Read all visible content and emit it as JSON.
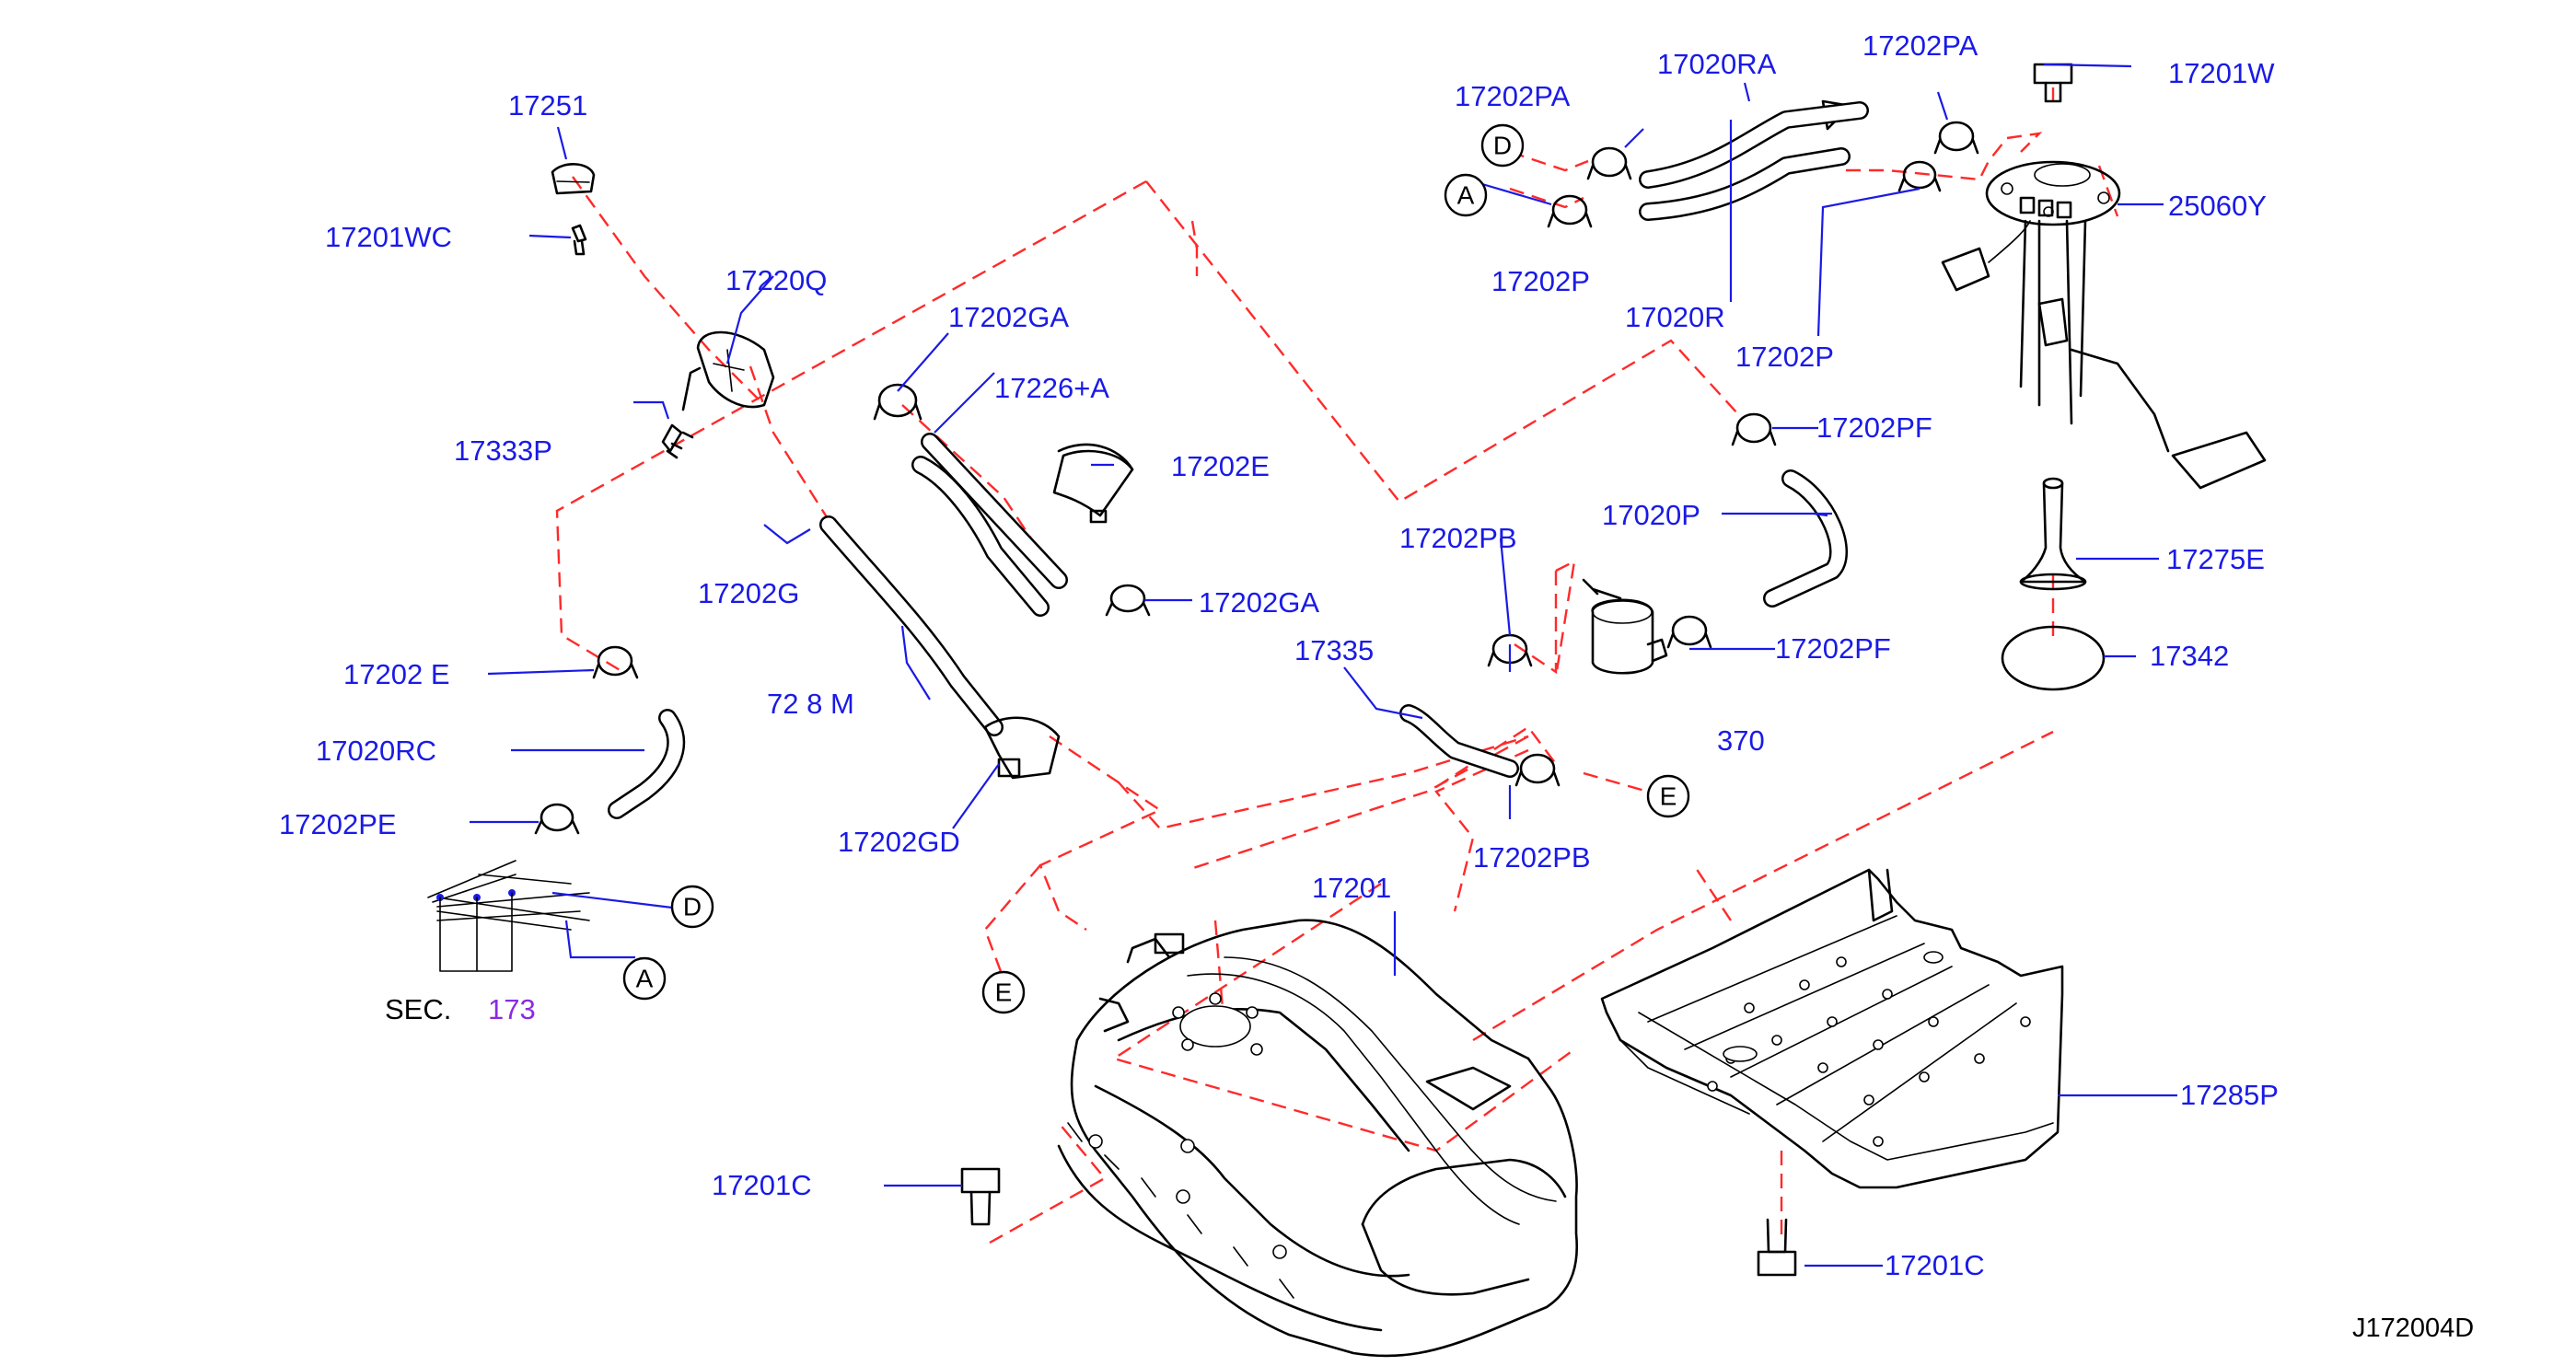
{
  "diagram_code": "J172004D",
  "section_ref": {
    "prefix": "SEC.",
    "number": "173"
  },
  "reference_markers": [
    "A",
    "D",
    "E"
  ],
  "part_labels": {
    "p17251": "17251",
    "p17201WC": "17201WC",
    "p17220Q": "17220Q",
    "p17333P": "17333P",
    "p17202GA_top": "17202GA",
    "p17226A": "17226+A",
    "p17202E": "17202E",
    "p17202G": "17202G",
    "p17202GA_mid": "17202GA",
    "p17202E_left": "17202 E",
    "p17228M": "72 8 M",
    "p17020RC": "17020RC",
    "p17202PE": "17202PE",
    "p17202GD": "17202GD",
    "p17202PA_left": "17202PA",
    "p17020RA": "17020RA",
    "p17202PA_right": "17202PA",
    "p17201W": "17201W",
    "p25060Y": "25060Y",
    "p17202P_left": "17202P",
    "p17020R": "17020R",
    "p17202P_right": "17202P",
    "p17202PF_top": "17202PF",
    "p17020P": "17020P",
    "p17202PB_top": "17202PB",
    "p17202PF_low": "17202PF",
    "p17275E": "17275E",
    "p17342": "17342",
    "p17335": "17335",
    "p17370": "370",
    "p17202PB_low": "17202PB",
    "p17201": "17201",
    "p17285P": "17285P",
    "p17201C_left": "17201C",
    "p17201C_right": "17201C"
  }
}
